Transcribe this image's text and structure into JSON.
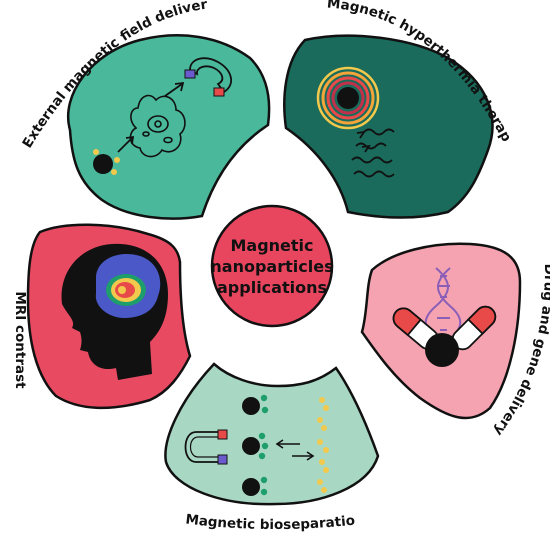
{
  "center": {
    "line1": "Magnetic",
    "line2": "nanoparticles",
    "line3": "applications"
  },
  "segments": {
    "external": "External magnetic field delivery",
    "hyperthermia": "Magnetic hyperthermia therapy",
    "drug": "Drug and gene delivery",
    "bioseparation": "Magnetic bioseparation",
    "mri": "MRI contrast"
  },
  "colors": {
    "external": "#4ab89a",
    "hyperthermia": "#1a6b5c",
    "drug": "#f5a3b1",
    "bioseparation": "#a8d8c4",
    "mri": "#e84a62",
    "center": "#e8455f"
  }
}
